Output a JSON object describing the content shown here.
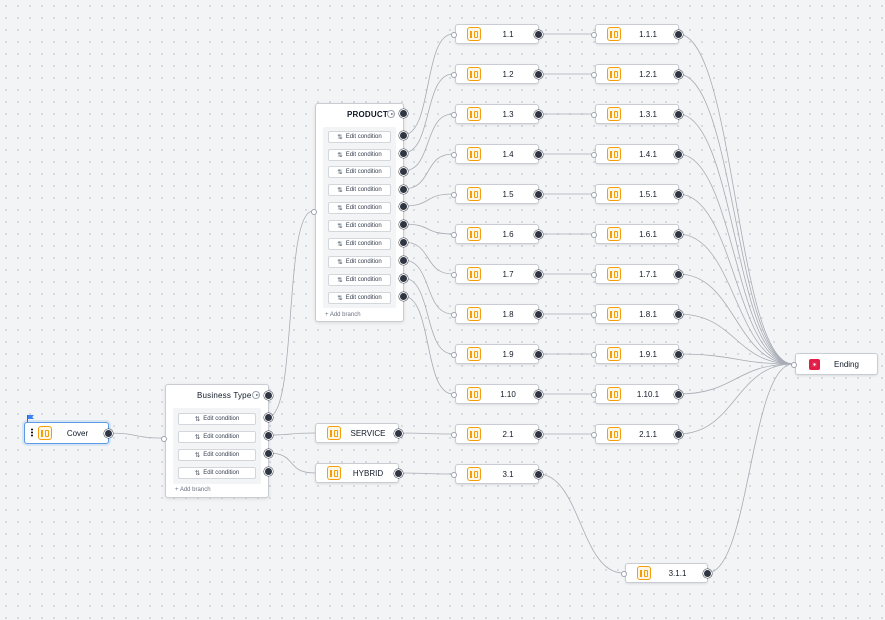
{
  "colors": {
    "canvas_bg": "#f3f4f6",
    "step_icon": "#f59e0b",
    "end_icon": "#e11d48",
    "selected_border": "#5b9be6",
    "port": "#2f3542"
  },
  "start_node": {
    "label": "Cover",
    "icon": "step-icon",
    "marker": "start-flag-icon"
  },
  "business_type": {
    "title": "Business Type",
    "conditions": [
      "Edit condition",
      "Edit condition",
      "Edit condition",
      "Edit condition"
    ],
    "add_branch": "+ Add branch"
  },
  "product": {
    "title": "PRODUCT",
    "conditions": [
      "Edit condition",
      "Edit condition",
      "Edit condition",
      "Edit condition",
      "Edit condition",
      "Edit condition",
      "Edit condition",
      "Edit condition",
      "Edit condition",
      "Edit condition"
    ],
    "add_branch": "+ Add branch"
  },
  "service": {
    "label": "SERVICE"
  },
  "hybrid": {
    "label": "HYBRID"
  },
  "level1": [
    "1.1",
    "1.2",
    "1.3",
    "1.4",
    "1.5",
    "1.6",
    "1.7",
    "1.8",
    "1.9",
    "1.10",
    "2.1",
    "3.1"
  ],
  "level2": [
    "1.1.1",
    "1.2.1",
    "1.3.1",
    "1.4.1",
    "1.5.1",
    "1.6.1",
    "1.7.1",
    "1.8.1",
    "1.9.1",
    "1.10.1",
    "2.1.1"
  ],
  "deep_node": {
    "label": "3.1.1"
  },
  "end_node": {
    "label": "Ending",
    "icon": "ending-icon"
  }
}
